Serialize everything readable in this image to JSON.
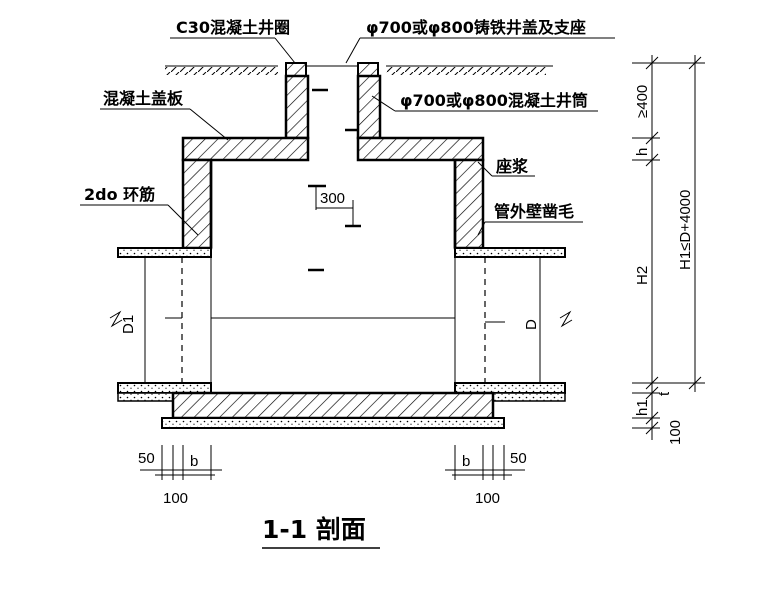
{
  "labels": {
    "ring": "C30混凝土井圈",
    "cover": "φ700或φ800铸铁井盖及支座",
    "slab": "混凝土盖板",
    "shaft": "φ700或φ800混凝土井筒",
    "rebar": "2do 环筋",
    "mortar": "座浆",
    "chisel": "管外壁凿毛"
  },
  "dims": {
    "d300": "300",
    "ge400": "≥400",
    "h": "h",
    "H2": "H2",
    "H1": "H1≤D+4000",
    "t": "t",
    "h1": "h1",
    "d100_right": "100",
    "D1": "D1",
    "D": "D",
    "left_50": "50",
    "left_b": "b",
    "left_100": "100",
    "right_b": "b",
    "right_50": "50",
    "right_100": "100"
  },
  "title": "1-1 剖面"
}
